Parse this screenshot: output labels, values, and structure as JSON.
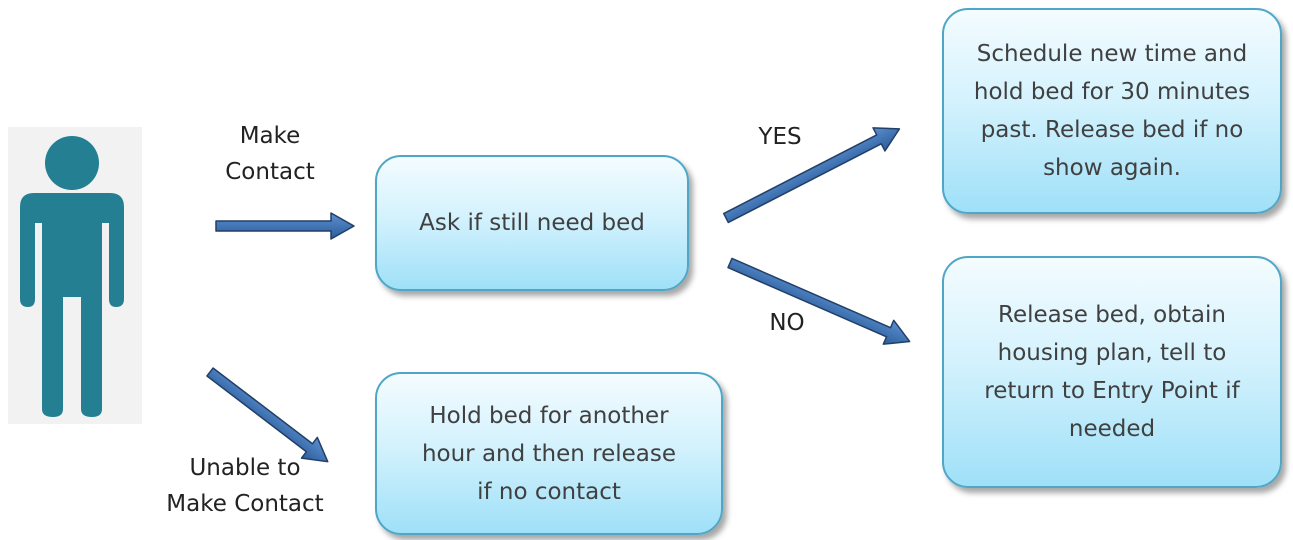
{
  "person": {
    "icon": "person-icon",
    "icon_color": "#237f91",
    "panel_color": "#f2f2f2"
  },
  "labels": {
    "make_contact": "Make\nContact",
    "unable_contact": "Unable to\nMake Contact",
    "yes": "YES",
    "no": "NO"
  },
  "boxes": {
    "ask": "Ask if still need bed",
    "hold": "Hold bed for another\nhour and then release\nif no contact",
    "schedule": "Schedule new time and\nhold bed for 30 minutes\npast. Release bed if no\nshow again.",
    "release": "Release bed, obtain\nhousing plan, tell to\nreturn to Entry Point if\nneeded"
  },
  "colors": {
    "arrow_fill": "#3a6faf",
    "arrow_stroke": "#223f66",
    "box_border": "#4fa6c6",
    "box_fill_top": "#f4fcff",
    "box_fill_bottom": "#9fe0f8",
    "text": "#404040"
  }
}
